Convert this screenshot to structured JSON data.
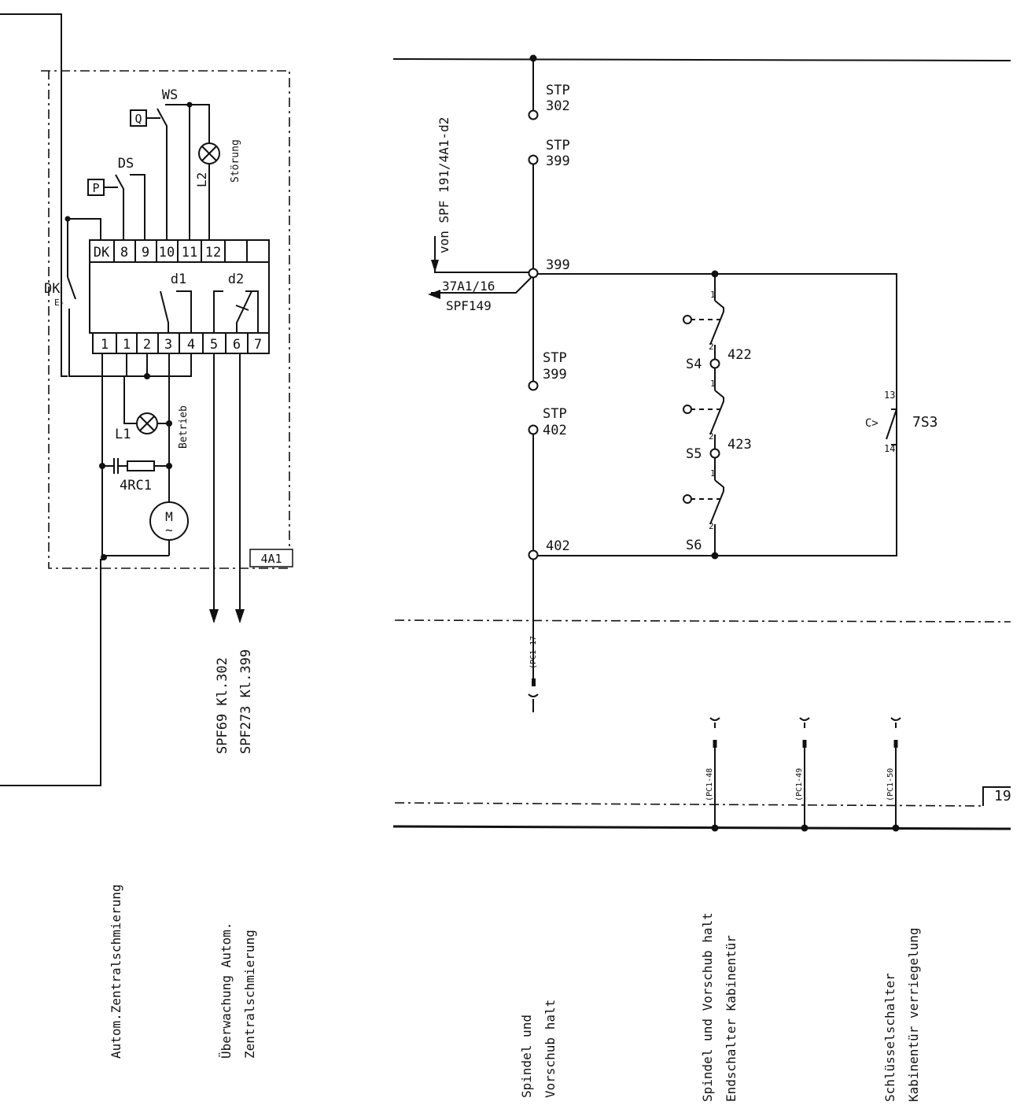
{
  "left_module": {
    "box_label": "4A1",
    "switch_labels": [
      "WS",
      "DS",
      "Q",
      "P",
      "DK",
      "E-"
    ],
    "lamp_l2": "L2",
    "lamp_l2_text": "Störung",
    "lamp_l1": "L1",
    "lamp_l1_text": "Betrieb",
    "rc_label": "4RC1",
    "motor_top": "M",
    "motor_bottom": "~",
    "relay_labels": [
      "d1",
      "d2"
    ],
    "top_terminals": [
      "DK",
      "8",
      "9",
      "10",
      "11",
      "12",
      "",
      ""
    ],
    "bottom_terminals": [
      "1",
      "1",
      "2",
      "3",
      "4",
      "5",
      "6",
      "7"
    ],
    "outputs": [
      "SPF69  Kl.302",
      "SPF273 Kl.399"
    ]
  },
  "right_circuit": {
    "stp": [
      {
        "name": "STP",
        "num": "302"
      },
      {
        "name": "STP",
        "num": "399"
      },
      {
        "name": "STP",
        "num": "399"
      },
      {
        "name": "STP",
        "num": "402"
      }
    ],
    "node_399": "399",
    "node_402": "402",
    "incoming": "von SPF 191/4A1-d2",
    "ref_a": "37A1/16",
    "ref_b": "SPF149",
    "switches": [
      {
        "name": "S4",
        "num": "422"
      },
      {
        "name": "S5",
        "num": "423"
      },
      {
        "name": "S6",
        "num": ""
      }
    ],
    "contact_numbers": [
      "1",
      "2"
    ],
    "key_switch": "7S3",
    "key_pins": [
      "13",
      "14"
    ],
    "key_symbol": "C>",
    "connectors": [
      "(PC1-17",
      "(PC1-48",
      "(PC1-49",
      "(PC1-50"
    ],
    "page_ref": "19"
  },
  "captions": [
    [
      "Autom.Zentralschmierung"
    ],
    [
      "Überwachung Autom.",
      "Zentralschmierung"
    ],
    [
      "Spindel und",
      "Vorschub halt"
    ],
    [
      "Spindel und Vorschub halt",
      "Endschalter Kabinentür"
    ],
    [
      "Schlüsselschalter",
      "Kabinentür verriegelung"
    ]
  ]
}
